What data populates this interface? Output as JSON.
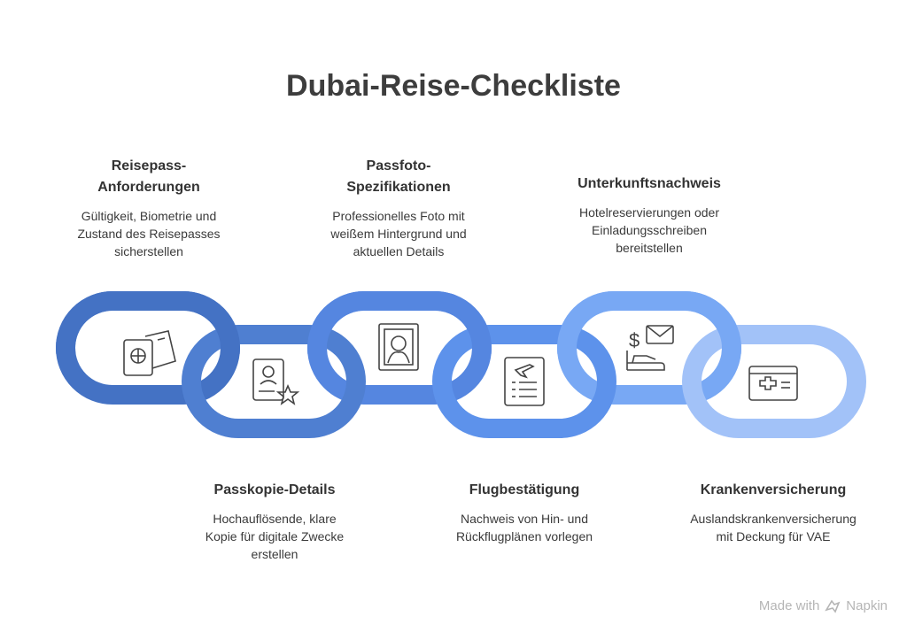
{
  "title": "Dubai-Reise-Checkliste",
  "steps": [
    {
      "title": "Reisepass-\nAnforderungen",
      "description": "Gültigkeit, Biometrie und\nZustand des Reisepasses\nsicherstellen",
      "icon": "passport-ticket-icon",
      "color": "#4472c4"
    },
    {
      "title": "Passkopie-Details",
      "description": "Hochauflösende, klare\nKopie für digitale Zwecke\nerstellen",
      "icon": "id-card-star-icon",
      "color": "#4f7fd1"
    },
    {
      "title": "Passfoto-\nSpezifikationen",
      "description": "Professionelles Foto mit\nweißem Hintergrund und\naktuellen Details",
      "icon": "portrait-photo-icon",
      "color": "#5586e0"
    },
    {
      "title": "Flugbestätigung",
      "description": "Nachweis von Hin- und\nRückflugplänen vorlegen",
      "icon": "flight-document-icon",
      "color": "#5d92eb"
    },
    {
      "title": "Unterkunftsnachweis",
      "description": "Hotelreservierungen oder\nEinladungsschreiben\nbereitstellen",
      "icon": "money-mail-bed-icon",
      "color": "#78a8f4"
    },
    {
      "title": "Krankenversicherung",
      "description": "Auslandskrankenversicherung\nmit Deckung für VAE",
      "icon": "health-card-icon",
      "color": "#a2c2f8"
    }
  ],
  "footer": {
    "text": "Made with",
    "brand": "Napkin"
  }
}
